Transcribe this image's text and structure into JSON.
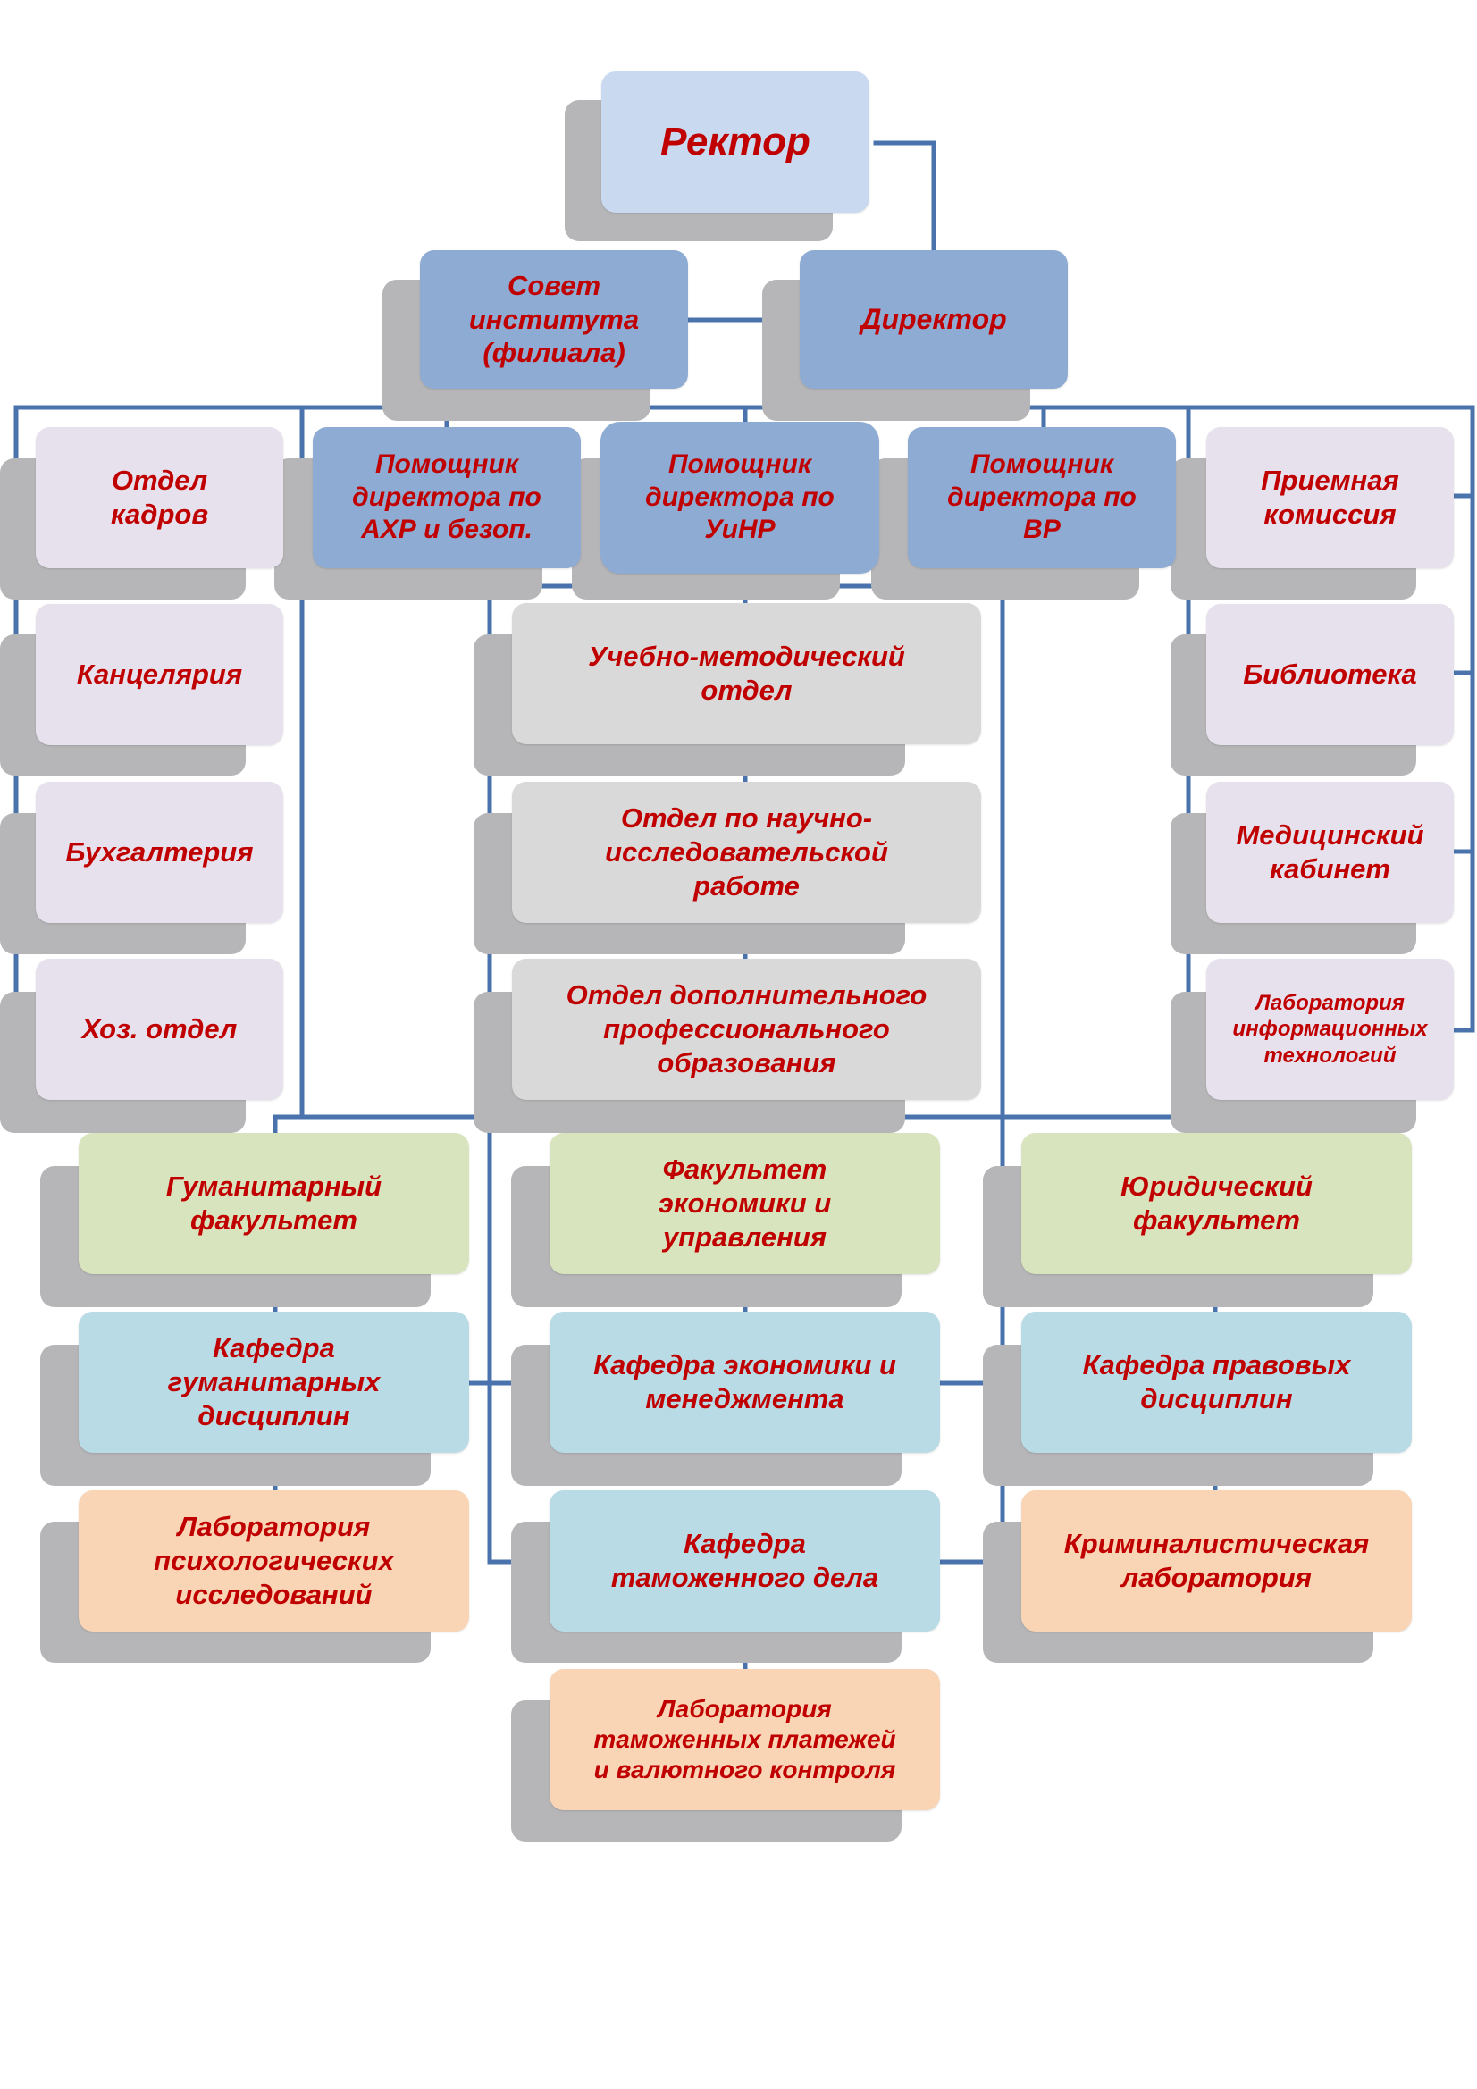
{
  "colors": {
    "text": "#c00000",
    "connector": "#4a73ad",
    "shadow": "#b6b6b8",
    "rector": "#c9daf0",
    "director_level": "#8eacd3",
    "admin_units": "#e6e1ec",
    "methodical_units": "#d9d9d9",
    "faculties": "#d8e4bd",
    "departments": "#b8dbe6",
    "laboratories": "#f9d5b5"
  },
  "nodes": {
    "rector": "Ректор",
    "council": "Совет\nинститута\n(филиала)",
    "director": "Директор",
    "asst_ahr": "Помощник\nдиректора по\nАХР и безоп.",
    "asst_uinr": "Помощник\nдиректора по\nУиНР",
    "asst_vr": "Помощник\nдиректора по\nВР",
    "hr": "Отдел\nкадров",
    "office": "Канцелярия",
    "accounting": "Бухгалтерия",
    "maintenance": "Хоз. отдел",
    "admissions": "Приемная\nкомиссия",
    "library": "Библиотека",
    "medical": "Медицинский\nкабинет",
    "it_lab": "Лаборатория\nинформационных\nтехнологий",
    "methodical": "Учебно-методический\nотдел",
    "research": "Отдел по научно-\nисследовательской\nработе",
    "extra_edu": "Отдел дополнительного\nпрофессионального\nобразования",
    "fac_hum": "Гуманитарный\nфакультет",
    "fac_econ": "Факультет\nэкономики и\nуправления",
    "fac_law": "Юридический\nфакультет",
    "dep_hum": "Кафедра\nгуманитарных\nдисциплин",
    "dep_econ": "Кафедра экономики и\nменеджмента",
    "dep_law": "Кафедра правовых\nдисциплин",
    "lab_psy": "Лаборатория\nпсихологических\nисследований",
    "dep_customs": "Кафедра\nтаможенного дела",
    "lab_crim": "Криминалистическая\nлаборатория",
    "lab_customs": "Лаборатория\nтаможенных платежей\nи валютного контроля"
  }
}
